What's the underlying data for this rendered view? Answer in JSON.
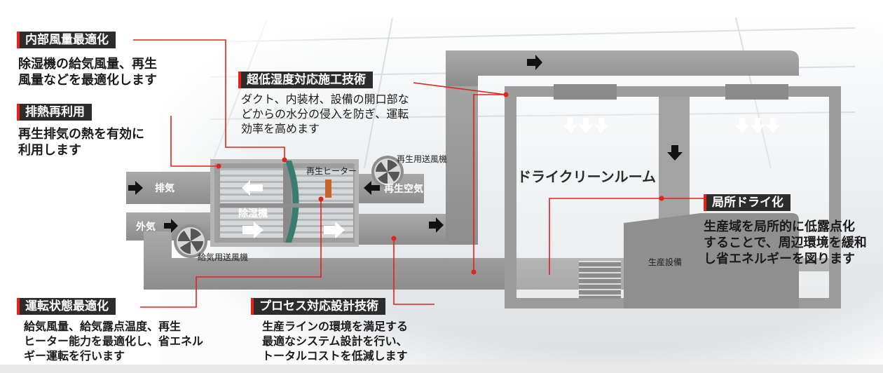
{
  "callouts": {
    "internal_airflow": {
      "title": "内部風量最適化",
      "lines": [
        "除湿機の給気風量、再生",
        "風量などを最適化します"
      ]
    },
    "heat_reuse": {
      "title": "排熱再利用",
      "lines": [
        "再生排気の熱を有効に",
        "利用します"
      ]
    },
    "ultra_low_humidity": {
      "title": "超低湿度対応施工技術",
      "lines": [
        "ダクト、内装材、設備の開口部な",
        "どからの水分の侵入を防ぎ、運転",
        "効率を高めます"
      ]
    },
    "local_dry": {
      "title": "局所ドライ化",
      "lines": [
        "生産域を局所的に低露点化",
        "することで、周辺環境を緩和",
        "し省エネルギーを図ります"
      ]
    },
    "operation_state": {
      "title": "運転状態最適化",
      "lines": [
        "給気風量、給気露点温度、再生",
        "ヒーター能力を最適化し、省エネル",
        "ギー運転を行います"
      ]
    },
    "process_design": {
      "title": "プロセス対応設計技術",
      "lines": [
        "生産ラインの環境を満足する",
        "最適なシステム設計を行い、",
        "トータルコストを低減します"
      ]
    }
  },
  "labels": {
    "exhaust": "排気",
    "outside_air": "外気",
    "dehumidifier": "除湿機",
    "regen_heater": "再生ヒーター",
    "regen_fan": "再生用送風機",
    "regen_air": "再生空気",
    "supply_fan": "給気用送風機",
    "dry_clean_room": "ドライクリーンルーム",
    "production_equipment": "生産設備"
  },
  "colors": {
    "accent": "#e2231a",
    "tag_bg": "#2c2c2c",
    "duct": "#9a9a9a",
    "text": "#1a1a1a"
  }
}
